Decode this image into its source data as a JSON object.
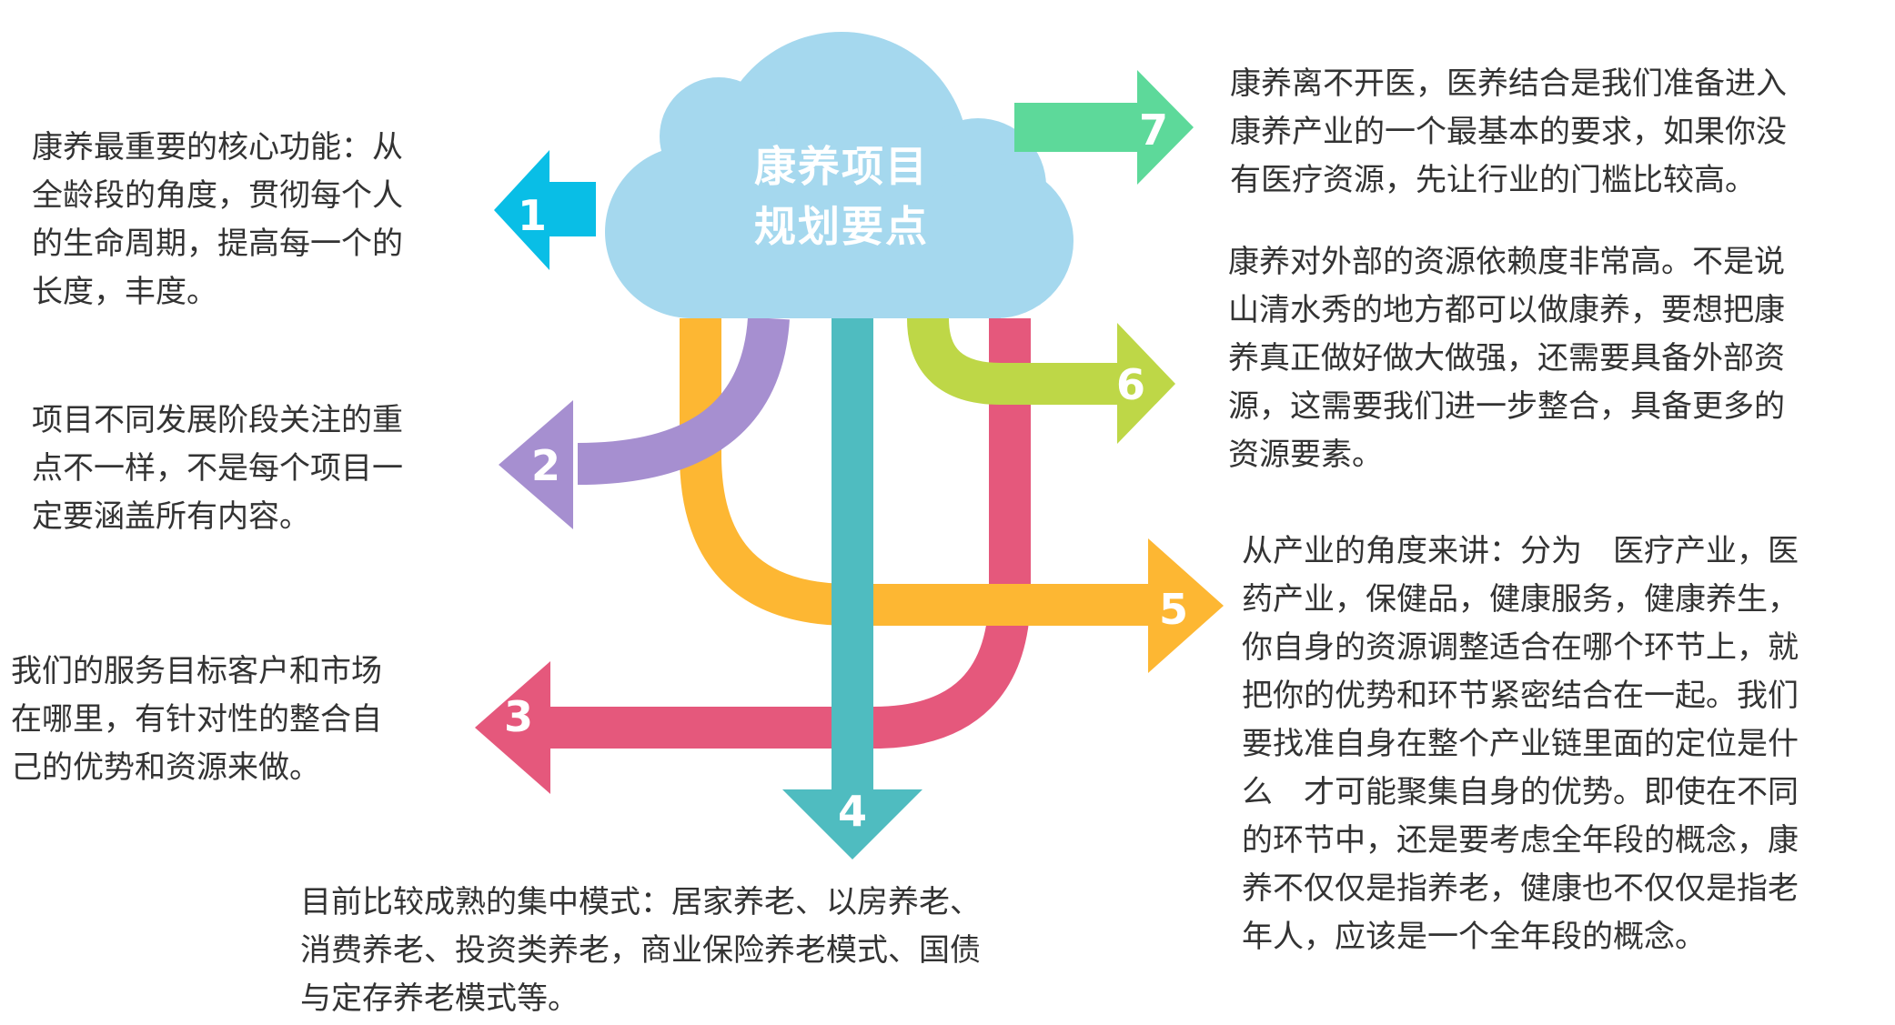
{
  "center": {
    "title_line1": "康养项目",
    "title_line2": "规划要点",
    "color": "#A5D8EE"
  },
  "branches": [
    {
      "number": "1",
      "color": "#09BEE6",
      "text": "康养最重要的核心功能：从\n全龄段的角度，贯彻每个人\n的生命周期，提高每一个的\n长度，丰度。"
    },
    {
      "number": "2",
      "color": "#A68FD0",
      "text": "项目不同发展阶段关注的重\n点不一样，不是每个项目一\n定要涵盖所有内容。"
    },
    {
      "number": "3",
      "color": "#E5587C",
      "text": "我们的服务目标客户和市场\n在哪里，有针对性的整合自\n己的优势和资源来做。"
    },
    {
      "number": "4",
      "color": "#4FBCC0",
      "text": "目前比较成熟的集中模式：居家养老、以房养老、\n消费养老、投资类养老，商业保险养老模式、国债\n与定存养老模式等。"
    },
    {
      "number": "5",
      "color": "#FDB733",
      "text": "从产业的角度来讲：分为　医疗产业，医\n药产业，保健品，健康服务，健康养生，\n你自身的资源调整适合在哪个环节上，就\n把你的优势和环节紧密结合在一起。我们\n要找准自身在整个产业链里面的定位是什\n么　才可能聚集自身的优势。即使在不同\n的环节中，还是要考虑全年段的概念，康\n养不仅仅是指养老，健康也不仅仅是指老\n年人，应该是一个全年段的概念。"
    },
    {
      "number": "6",
      "color": "#BED747",
      "text": "康养对外部的资源依赖度非常高。不是说\n山清水秀的地方都可以做康养，要想把康\n养真正做好做大做强，还需要具备外部资\n源，这需要我们进一步整合，具备更多的\n资源要素。"
    },
    {
      "number": "7",
      "color": "#5DD99A",
      "text": "康养离不开医，医养结合是我们准备进入\n康养产业的一个最基本的要求，如果你没\n有医疗资源，先让行业的门槛比较高。"
    }
  ]
}
